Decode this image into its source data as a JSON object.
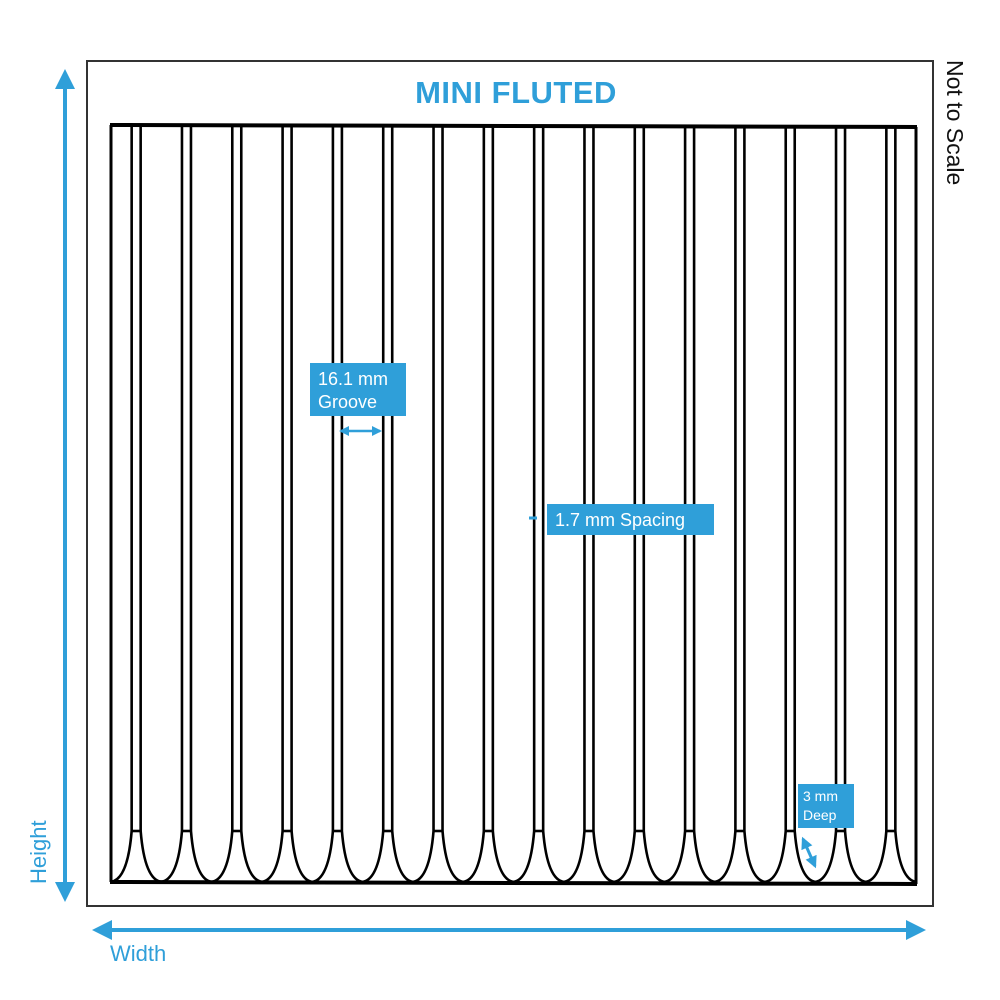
{
  "diagram": {
    "title": "MINI FLUTED",
    "note": "Not to Scale",
    "width_label": "Width",
    "height_label": "Height",
    "groove": {
      "value": "16.1 mm",
      "label": "Groove"
    },
    "spacing_label": "1.7 mm Spacing",
    "depth": {
      "value": "3 mm",
      "label": "Deep"
    },
    "flute_count": 16,
    "colors": {
      "accent": "#2f9fd9",
      "line": "#000000",
      "frame": "#333333",
      "background": "#ffffff"
    }
  }
}
